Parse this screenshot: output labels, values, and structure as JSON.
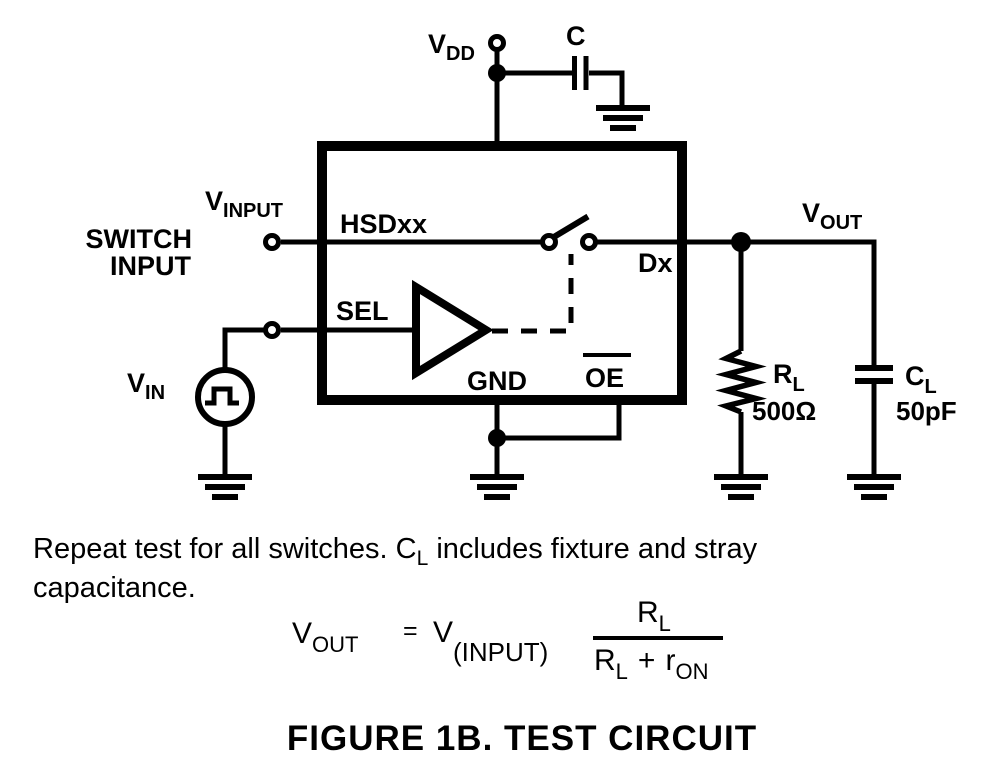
{
  "colors": {
    "ink": "#000000",
    "background": "#ffffff"
  },
  "circuit": {
    "power_rail": {
      "vdd_main": "V",
      "vdd_sub": "DD",
      "bypass_cap_label": "C"
    },
    "input_side": {
      "switch_input_line1": "SWITCH",
      "switch_input_line2": "INPUT",
      "vinput_main": "V",
      "vinput_sub": "INPUT",
      "vin_main": "V",
      "vin_sub": "IN"
    },
    "device": {
      "part_label": "HSDxx",
      "sel_pin": "SEL",
      "gnd_pin": "GND",
      "oe_pin": "OE",
      "dx_pin": "Dx"
    },
    "output_side": {
      "vout_main": "V",
      "vout_sub": "OUT",
      "rl_main": "R",
      "rl_sub": "L",
      "rl_value": "500Ω",
      "cl_main": "C",
      "cl_sub": "L",
      "cl_value": "50pF"
    }
  },
  "note": {
    "line1_prefix": "Repeat test for all switches. C",
    "line1_sub": "L",
    "line1_suffix": " includes fixture and stray",
    "line2": "capacitance."
  },
  "formula": {
    "lhs_main": "V",
    "lhs_sub": "OUT",
    "equals": "=",
    "rhs_main": "V",
    "rhs_sub": "(INPUT)",
    "numerator_main": "R",
    "numerator_sub": "L",
    "denominator_r_main": "R",
    "denominator_r_sub": "L",
    "denominator_plus": "+",
    "denominator_ron_main": "r",
    "denominator_ron_sub": "ON"
  },
  "caption": "FIGURE 1B. TEST CIRCUIT"
}
